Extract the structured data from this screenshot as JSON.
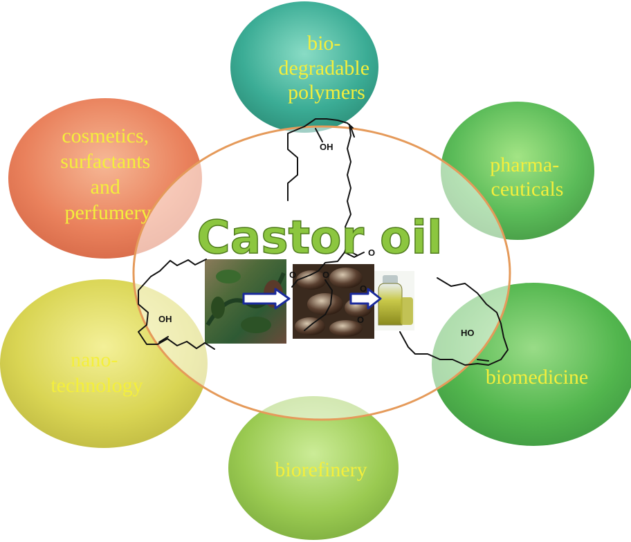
{
  "title": "Castor oil",
  "applications": {
    "bio_polymers": [
      "bio-",
      "degradable",
      "polymers"
    ],
    "pharmaceuticals": [
      "pharma-",
      "ceuticals"
    ],
    "cosmetics": [
      "cosmetics,",
      "surfactants",
      "and",
      "perfumery"
    ],
    "nanotechnology": [
      "nano-",
      "technology"
    ],
    "biorefinery": [
      "biorefinery"
    ],
    "biomedicine": [
      "biomedicine"
    ]
  },
  "chem": {
    "oh_top": "OH",
    "oh_left": "OH",
    "ho_right": "HO",
    "o_carbonyl": "O",
    "o_ester_a": "O",
    "o_ester_b": "O",
    "o_ester_c": "O",
    "o_ester_d": "O"
  },
  "colors": {
    "bio_polymers": "#2aa58c",
    "pharmaceuticals": "#4cb54a",
    "cosmetics": "#e7734a",
    "nanotechnology": "#d4cf3c",
    "biorefinery": "#8fc43e",
    "biomedicine": "#3fae3a",
    "ring": "#e59a5a",
    "label": "#f4ef3c"
  },
  "icons": [
    "castor-plant-photo",
    "castor-seeds-photo",
    "castor-oil-jar-photo",
    "right-arrow-icon"
  ]
}
